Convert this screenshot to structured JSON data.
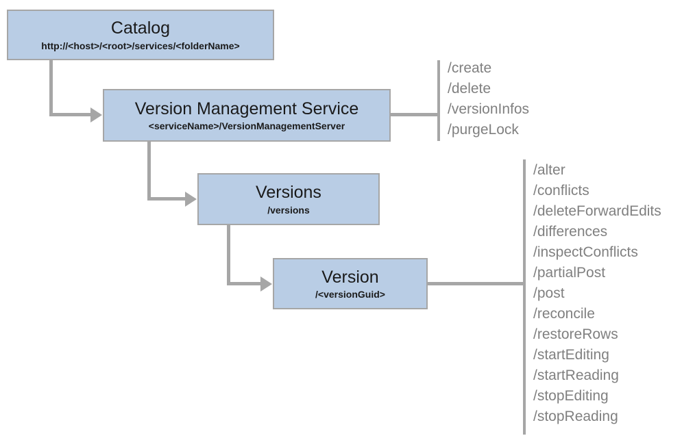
{
  "diagram": {
    "nodes": [
      {
        "title": "Catalog",
        "subtitle": "http://<host>/<root>/services/<folderName>"
      },
      {
        "title": "Version Management Service",
        "subtitle": "<serviceName>/VersionManagementServer"
      },
      {
        "title": "Versions",
        "subtitle": "/versions"
      },
      {
        "title": "Version",
        "subtitle": "/<versionGuid>"
      }
    ],
    "vms_operations": [
      "/create",
      "/delete",
      "/versionInfos",
      "/purgeLock"
    ],
    "version_operations": [
      "/alter",
      "/conflicts",
      "/deleteForwardEdits",
      "/differences",
      "/inspectConflicts",
      "/partialPost",
      "/post",
      "/reconcile",
      "/restoreRows",
      "/startEditing",
      "/startReading",
      "/stopEditing",
      "/stopReading"
    ],
    "colors": {
      "node_fill": "#b9cde5",
      "node_border": "#a6a6a6",
      "connector": "#a6a6a6",
      "operation_text": "#808080"
    }
  }
}
